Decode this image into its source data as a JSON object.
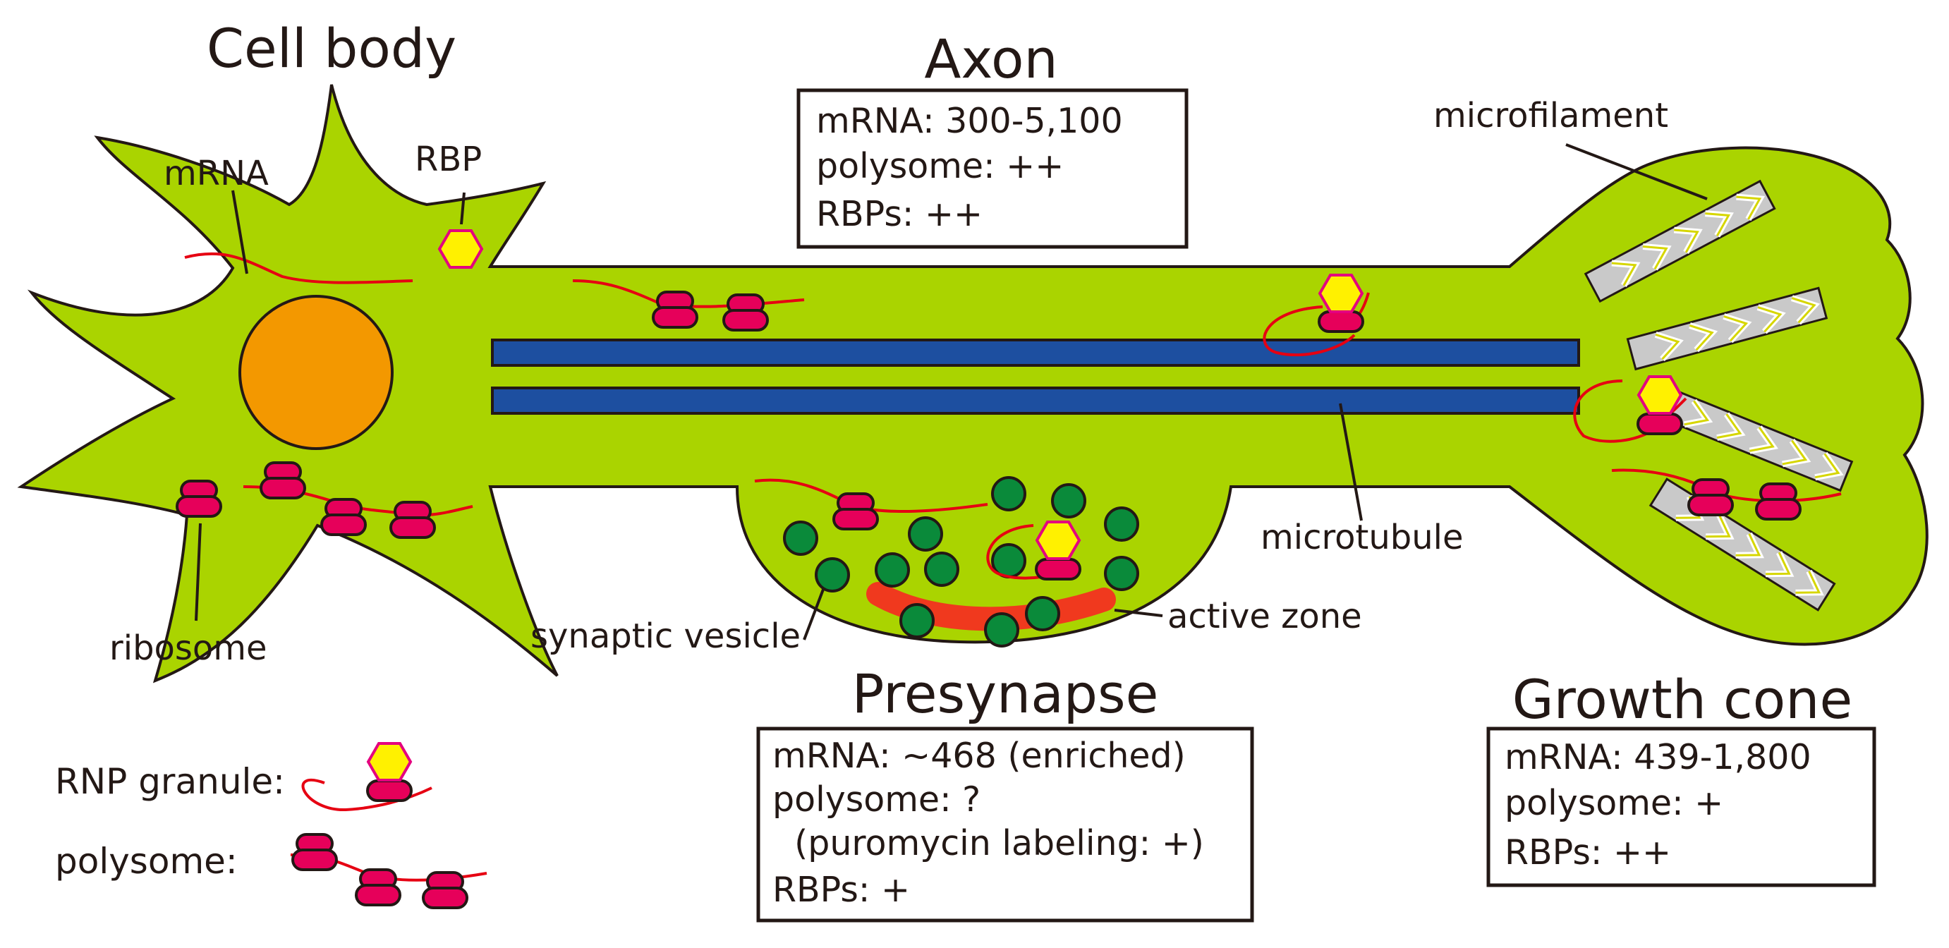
{
  "regions": {
    "cell_body": "Cell body",
    "axon": "Axon",
    "presynapse": "Presynapse",
    "growth_cone": "Growth cone"
  },
  "labels": {
    "mrna": "mRNA",
    "rbp": "RBP",
    "ribosome": "ribosome",
    "microfilament": "microfilament",
    "microtubule": "microtubule",
    "synaptic_vesicle": "synaptic vesicle",
    "active_zone": "active zone"
  },
  "axon_box": [
    "mRNA: 300-5,100",
    "polysome: ++",
    "RBPs: ++"
  ],
  "presynapse_box": [
    "mRNA: ~468 (enriched)",
    "polysome: ?",
    "  (puromycin labeling: +)",
    "RBPs: +"
  ],
  "growth_cone_box": [
    "mRNA: 439-1,800",
    "polysome: +",
    "RBPs: ++"
  ],
  "legend": {
    "rnp_granule": "RNP granule:",
    "polysome": "polysome:"
  },
  "colors": {
    "cytoplasm": "#aad400",
    "nucleus": "#f39800",
    "microtubule": "#1d4fa0",
    "ribosome": "#e6005a",
    "mrna": "#e60012",
    "rbp": "#fff100",
    "vesicle": "#0a8a3a",
    "active_zone": "#f0391e",
    "actin": "#c9c9c9"
  }
}
